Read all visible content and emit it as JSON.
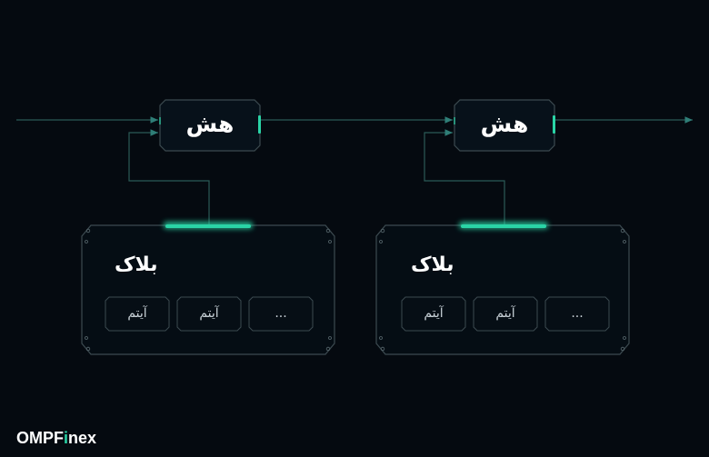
{
  "colors": {
    "background": "#050a10",
    "line": "#2b5a57",
    "accent": "#2ad4a6",
    "box_stroke": "#3c4a50"
  },
  "hash_nodes": [
    {
      "label": "هش"
    },
    {
      "label": "هش"
    }
  ],
  "blocks": [
    {
      "title": "بلاک",
      "items": [
        "آیتم",
        "آیتم",
        "..."
      ]
    },
    {
      "title": "بلاک",
      "items": [
        "آیتم",
        "آیتم",
        "..."
      ]
    }
  ],
  "brand": {
    "prefix": "OMPF",
    "accent_letter": "i",
    "suffix": "nex"
  }
}
